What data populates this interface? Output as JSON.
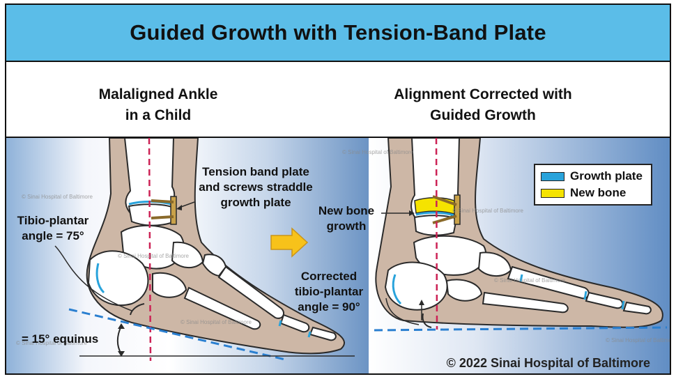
{
  "title": "Guided Growth with Tension-Band Plate",
  "left_heading_line1": "Malaligned Ankle",
  "left_heading_line2": "in a Child",
  "right_heading_line1": "Alignment Corrected with",
  "right_heading_line2": "Guided Growth",
  "labels": {
    "plate_line1": "Tension band plate",
    "plate_line2": "and screws straddle",
    "plate_line3": "growth plate",
    "tibio_line1": "Tibio-plantar",
    "tibio_line2": "angle = 75°",
    "equinus": "= 15° equinus",
    "newbone_line1": "New bone",
    "newbone_line2": "growth",
    "corrected_line1": "Corrected",
    "corrected_line2": "tibio-plantar",
    "corrected_line3": "angle = 90°"
  },
  "legend": [
    {
      "label": "Growth plate",
      "color": "#29a3db"
    },
    {
      "label": "New bone",
      "color": "#f5e300"
    }
  ],
  "watermark": "© Sinai Hospital of Baltimore",
  "copyright": "© 2022 Sinai Hospital of Baltimore",
  "colors": {
    "title_bar": "#5bbde8",
    "skin": "#cdb7a6",
    "bone": "#ffffff",
    "outline": "#2a2a2a",
    "axis_line": "#cc2255",
    "ground_line": "#2a7fd0",
    "arrow": "#f7c21a"
  }
}
